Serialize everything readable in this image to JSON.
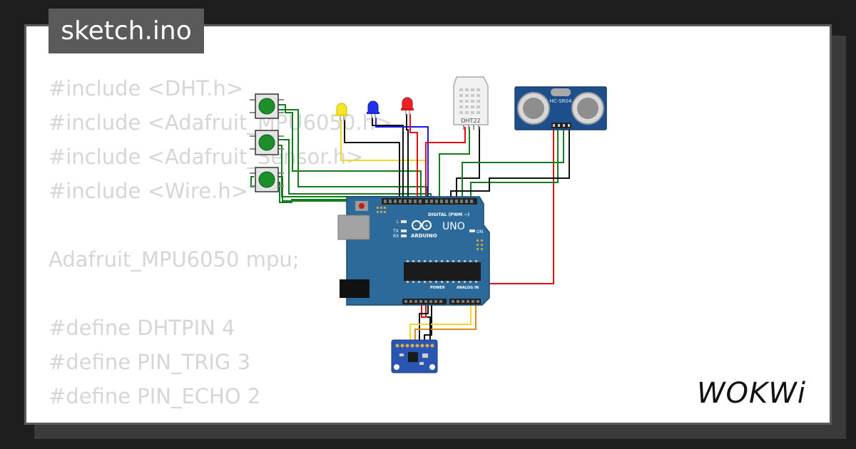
{
  "file_tab": {
    "label": "sketch.ino"
  },
  "code_lines": [
    "#include <DHT.h>",
    "#include <Adafruit_MPU6050.h>",
    "#include <Adafruit_Sensor.h>",
    "#include <Wire.h>",
    "",
    "Adafruit_MPU6050 mpu;",
    "",
    "#define DHTPIN 4",
    "#define PIN_TRIG 3",
    "#define PIN_ECHO 2"
  ],
  "board": {
    "brand": "ARDUINO",
    "model": "UNO",
    "digital_label": "DIGITAL (PWM ~)",
    "analog_label": "ANALOG IN",
    "power_label": "POWER",
    "led_labels": [
      "L",
      "TX",
      "RX"
    ],
    "on_label": "ON"
  },
  "dht_sensor": {
    "label": "DHT22"
  },
  "ultrasonic_sensor": {
    "label": "HC-SR04"
  },
  "leds": [
    {
      "color": "yellow",
      "hex": "#f5e52a"
    },
    {
      "color": "blue",
      "hex": "#2233ee"
    },
    {
      "color": "red",
      "hex": "#ee2222"
    }
  ],
  "buttons": [
    {
      "color": "green",
      "hex": "#1d8f2a"
    },
    {
      "color": "green",
      "hex": "#1d8f2a"
    },
    {
      "color": "green",
      "hex": "#1d8f2a"
    }
  ],
  "logo": {
    "text": "WOKWi"
  },
  "colors": {
    "background": "#1e1e1e",
    "card": "#ffffff",
    "tab": "#5a5a5a",
    "code_text": "#d6d6d6",
    "board": "#2b6a9a",
    "wire_green": "#137d1d",
    "wire_red": "#e01010",
    "wire_black": "#111111",
    "wire_blue": "#1a1ae8",
    "wire_yellow": "#f2d822",
    "wire_orange": "#e08a18"
  }
}
